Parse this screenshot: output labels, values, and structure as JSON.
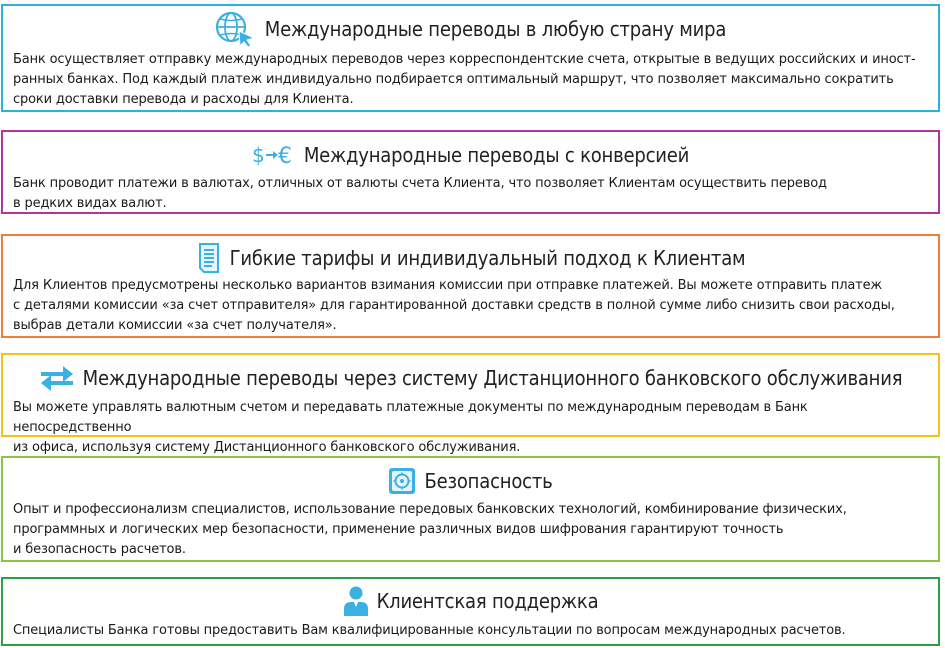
{
  "colors": {
    "card1_border": "#29b6d6",
    "card2_border": "#b0379a",
    "card3_border": "#ef7d3c",
    "card4_border": "#f2c318",
    "card5_border": "#8cc63f",
    "card6_border": "#2e9f45",
    "icon_blue": "#3bb0e2"
  },
  "cards": [
    {
      "icon": "globe-cursor-icon",
      "title": "Международные переводы в любую страну мира",
      "text": "Банк осуществляет отправку международных переводов через корреспондентские счета, открытые в ведущих российских и иност-\nранных банках. Под каждый платеж индивидуально подбирается оптимальный маршрут, что позволяет максимально сократить\nсроки доставки перевода и расходы для Клиента."
    },
    {
      "icon": "currency-exchange-icon",
      "title": "Международные переводы с конверсией",
      "text": "Банк проводит платежи в валютах, отличных от валюты счета Клиента, что позволяет Клиентам осуществить перевод\nв редких видах валют."
    },
    {
      "icon": "document-icon",
      "title": "Гибкие тарифы и индивидуальный подход к Клиентам",
      "text": "Для Клиентов предусмотрены несколько вариантов взимания комиссии при отправке платежей. Вы можете отправить платеж\nс деталями комиссии «за счет отправителя» для гарантированной доставки средств в полной сумме либо снизить свои расходы,\nвыбрав детали комиссии «за счет получателя»."
    },
    {
      "icon": "transfer-arrows-icon",
      "title": "Международные переводы через систему Дистанционного банковского обслуживания",
      "text": "Вы можете управлять валютным счетом и передавать платежные документы по международным переводам в Банк непосредственно\nиз офиса, используя систему Дистанционного банковского обслуживания."
    },
    {
      "icon": "safe-icon",
      "title": "Безопасность",
      "text": "Опыт и профессионализм специалистов, использование передовых банковских технологий, комбинирование физических,\nпрограммных и логических мер безопасности, применение различных видов шифрования гарантируют точность\nи безопасность расчетов."
    },
    {
      "icon": "person-icon",
      "title": "Клиентская поддержка",
      "text": "Специалисты Банка готовы предоставить Вам квалифицированные консультации по вопросам международных расчетов."
    }
  ]
}
